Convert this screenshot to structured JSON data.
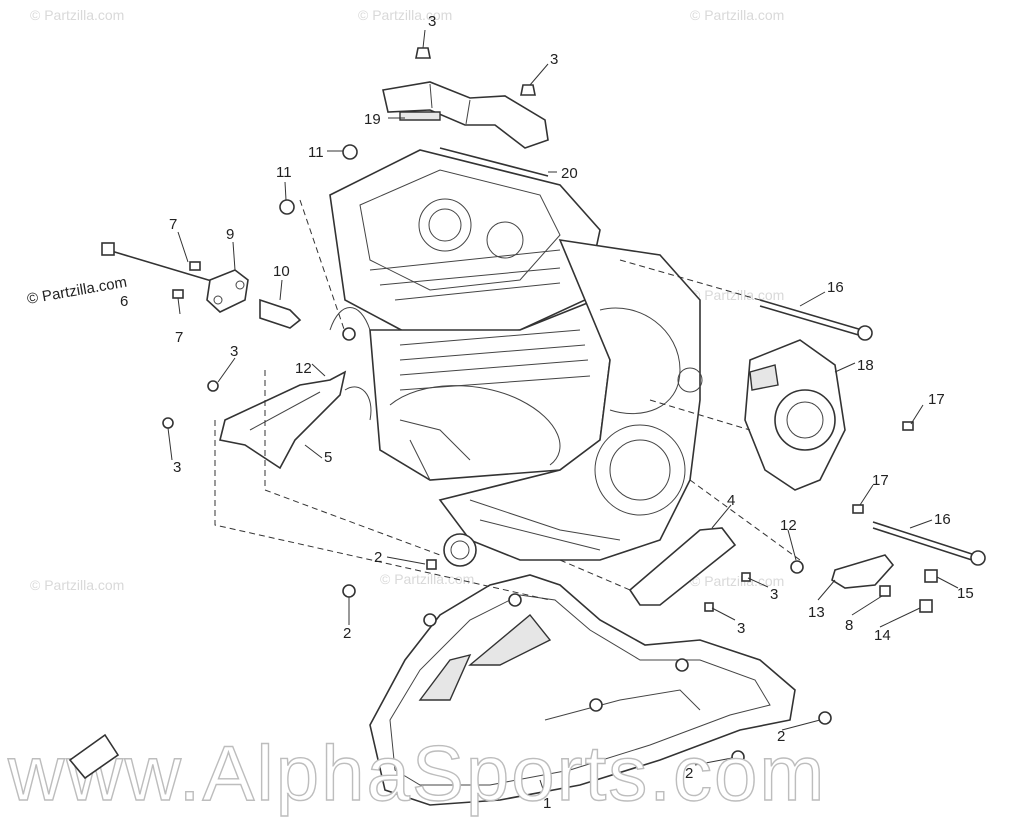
{
  "callouts": [
    {
      "text": "3"
    },
    {
      "text": "3"
    },
    {
      "text": "19"
    },
    {
      "text": "20"
    },
    {
      "text": "11"
    },
    {
      "text": "11"
    },
    {
      "text": "7"
    },
    {
      "text": "9"
    },
    {
      "text": "10"
    },
    {
      "text": "6"
    },
    {
      "text": "7"
    },
    {
      "text": "16"
    },
    {
      "text": "18"
    },
    {
      "text": "3"
    },
    {
      "text": "12"
    },
    {
      "text": "3"
    },
    {
      "text": "5"
    },
    {
      "text": "17"
    },
    {
      "text": "17"
    },
    {
      "text": "4"
    },
    {
      "text": "16"
    },
    {
      "text": "12"
    },
    {
      "text": "2"
    },
    {
      "text": "2"
    },
    {
      "text": "3"
    },
    {
      "text": "3"
    },
    {
      "text": "15"
    },
    {
      "text": "13"
    },
    {
      "text": "8"
    },
    {
      "text": "14"
    },
    {
      "text": "2"
    },
    {
      "text": "2"
    },
    {
      "text": "1"
    }
  ],
  "watermarks": {
    "partzilla_small": "© Partzilla.com",
    "partzilla_left": "© Partzilla.com",
    "alphasports": "www.AlphaSports.com"
  }
}
